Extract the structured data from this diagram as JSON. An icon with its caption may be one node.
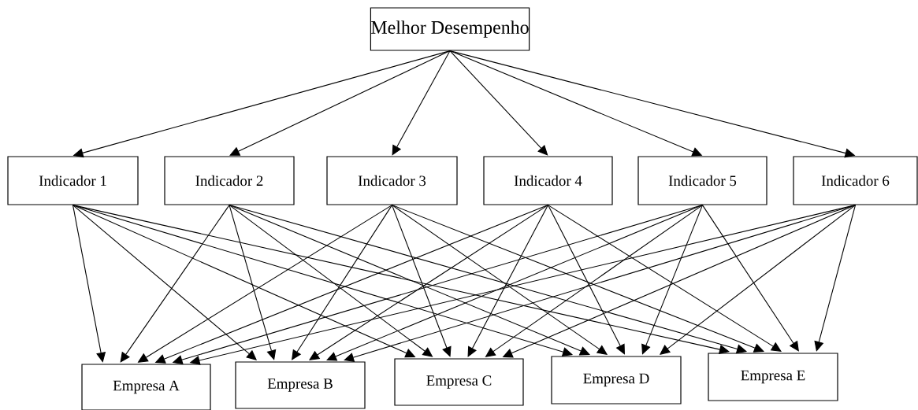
{
  "diagram": {
    "nodes": [
      {
        "text": [
          "Melhor Desempenho"
        ]
      },
      {
        "text": [
          "Indicador 1"
        ]
      },
      {
        "text": [
          "Indicador 2"
        ]
      },
      {
        "text": [
          "Indicador 3"
        ]
      },
      {
        "text": [
          "Indicador 4"
        ]
      },
      {
        "text": [
          "Indicador 5"
        ]
      },
      {
        "text": [
          "Indicador 6"
        ]
      },
      {
        "text": [
          "Empresa A"
        ]
      },
      {
        "text": [
          "Empresa B"
        ]
      },
      {
        "text": [
          "Empresa C"
        ]
      },
      {
        "text": [
          "Empresa D"
        ]
      },
      {
        "text": [
          "Empresa E"
        ]
      }
    ],
    "edges": [
      {
        "from": 0,
        "to": 1,
        "arrow": "to"
      },
      {
        "from": 0,
        "to": 2,
        "arrow": "to"
      },
      {
        "from": 0,
        "to": 3,
        "arrow": "to"
      },
      {
        "from": 0,
        "to": 4,
        "arrow": "to"
      },
      {
        "from": 0,
        "to": 5,
        "arrow": "to"
      },
      {
        "from": 0,
        "to": 6,
        "arrow": "to"
      },
      {
        "from": 1,
        "to": 7,
        "arrow": "to"
      },
      {
        "from": 1,
        "to": 8,
        "arrow": "to"
      },
      {
        "from": 1,
        "to": 9,
        "arrow": "to"
      },
      {
        "from": 1,
        "to": 10,
        "arrow": "to"
      },
      {
        "from": 1,
        "to": 11,
        "arrow": "to"
      },
      {
        "from": 2,
        "to": 7,
        "arrow": "to"
      },
      {
        "from": 2,
        "to": 8,
        "arrow": "to"
      },
      {
        "from": 2,
        "to": 9,
        "arrow": "to"
      },
      {
        "from": 2,
        "to": 10,
        "arrow": "to"
      },
      {
        "from": 2,
        "to": 11,
        "arrow": "to"
      },
      {
        "from": 3,
        "to": 7,
        "arrow": "to"
      },
      {
        "from": 3,
        "to": 8,
        "arrow": "to"
      },
      {
        "from": 3,
        "to": 9,
        "arrow": "to"
      },
      {
        "from": 3,
        "to": 10,
        "arrow": "to"
      },
      {
        "from": 3,
        "to": 11,
        "arrow": "to"
      },
      {
        "from": 4,
        "to": 7,
        "arrow": "to"
      },
      {
        "from": 4,
        "to": 8,
        "arrow": "to"
      },
      {
        "from": 4,
        "to": 9,
        "arrow": "to"
      },
      {
        "from": 4,
        "to": 10,
        "arrow": "to"
      },
      {
        "from": 4,
        "to": 11,
        "arrow": "to"
      },
      {
        "from": 5,
        "to": 7,
        "arrow": "to"
      },
      {
        "from": 5,
        "to": 8,
        "arrow": "to"
      },
      {
        "from": 5,
        "to": 9,
        "arrow": "to"
      },
      {
        "from": 5,
        "to": 10,
        "arrow": "to"
      },
      {
        "from": 5,
        "to": 11,
        "arrow": "to"
      },
      {
        "from": 6,
        "to": 7,
        "arrow": "to"
      },
      {
        "from": 6,
        "to": 8,
        "arrow": "to"
      },
      {
        "from": 6,
        "to": 9,
        "arrow": "to"
      },
      {
        "from": 6,
        "to": 10,
        "arrow": "to"
      },
      {
        "from": 6,
        "to": 11,
        "arrow": "to"
      }
    ]
  }
}
